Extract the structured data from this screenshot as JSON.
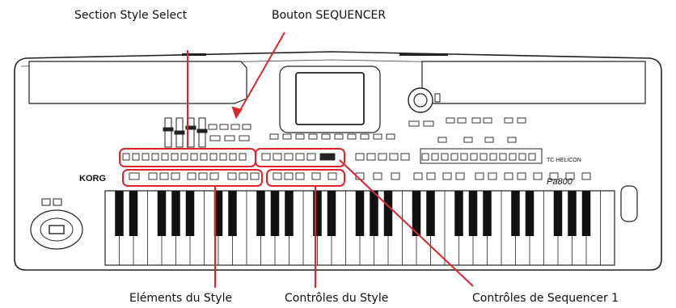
{
  "callouts": {
    "section_style_select": "Section Style Select",
    "sequencer_button": "Bouton SEQUENCER",
    "style_elements": "Eléments du Style",
    "style_controls": "Contrôles du Style",
    "sequencer1_controls": "Contrôles de Sequencer 1"
  },
  "keyboard_labels": {
    "brand": "KORG",
    "model": "Pa800",
    "sub_brand": "TC·HELICON"
  },
  "colors": {
    "highlight": "#e0242b",
    "outline": "#222222",
    "panel": "#ffffff"
  }
}
